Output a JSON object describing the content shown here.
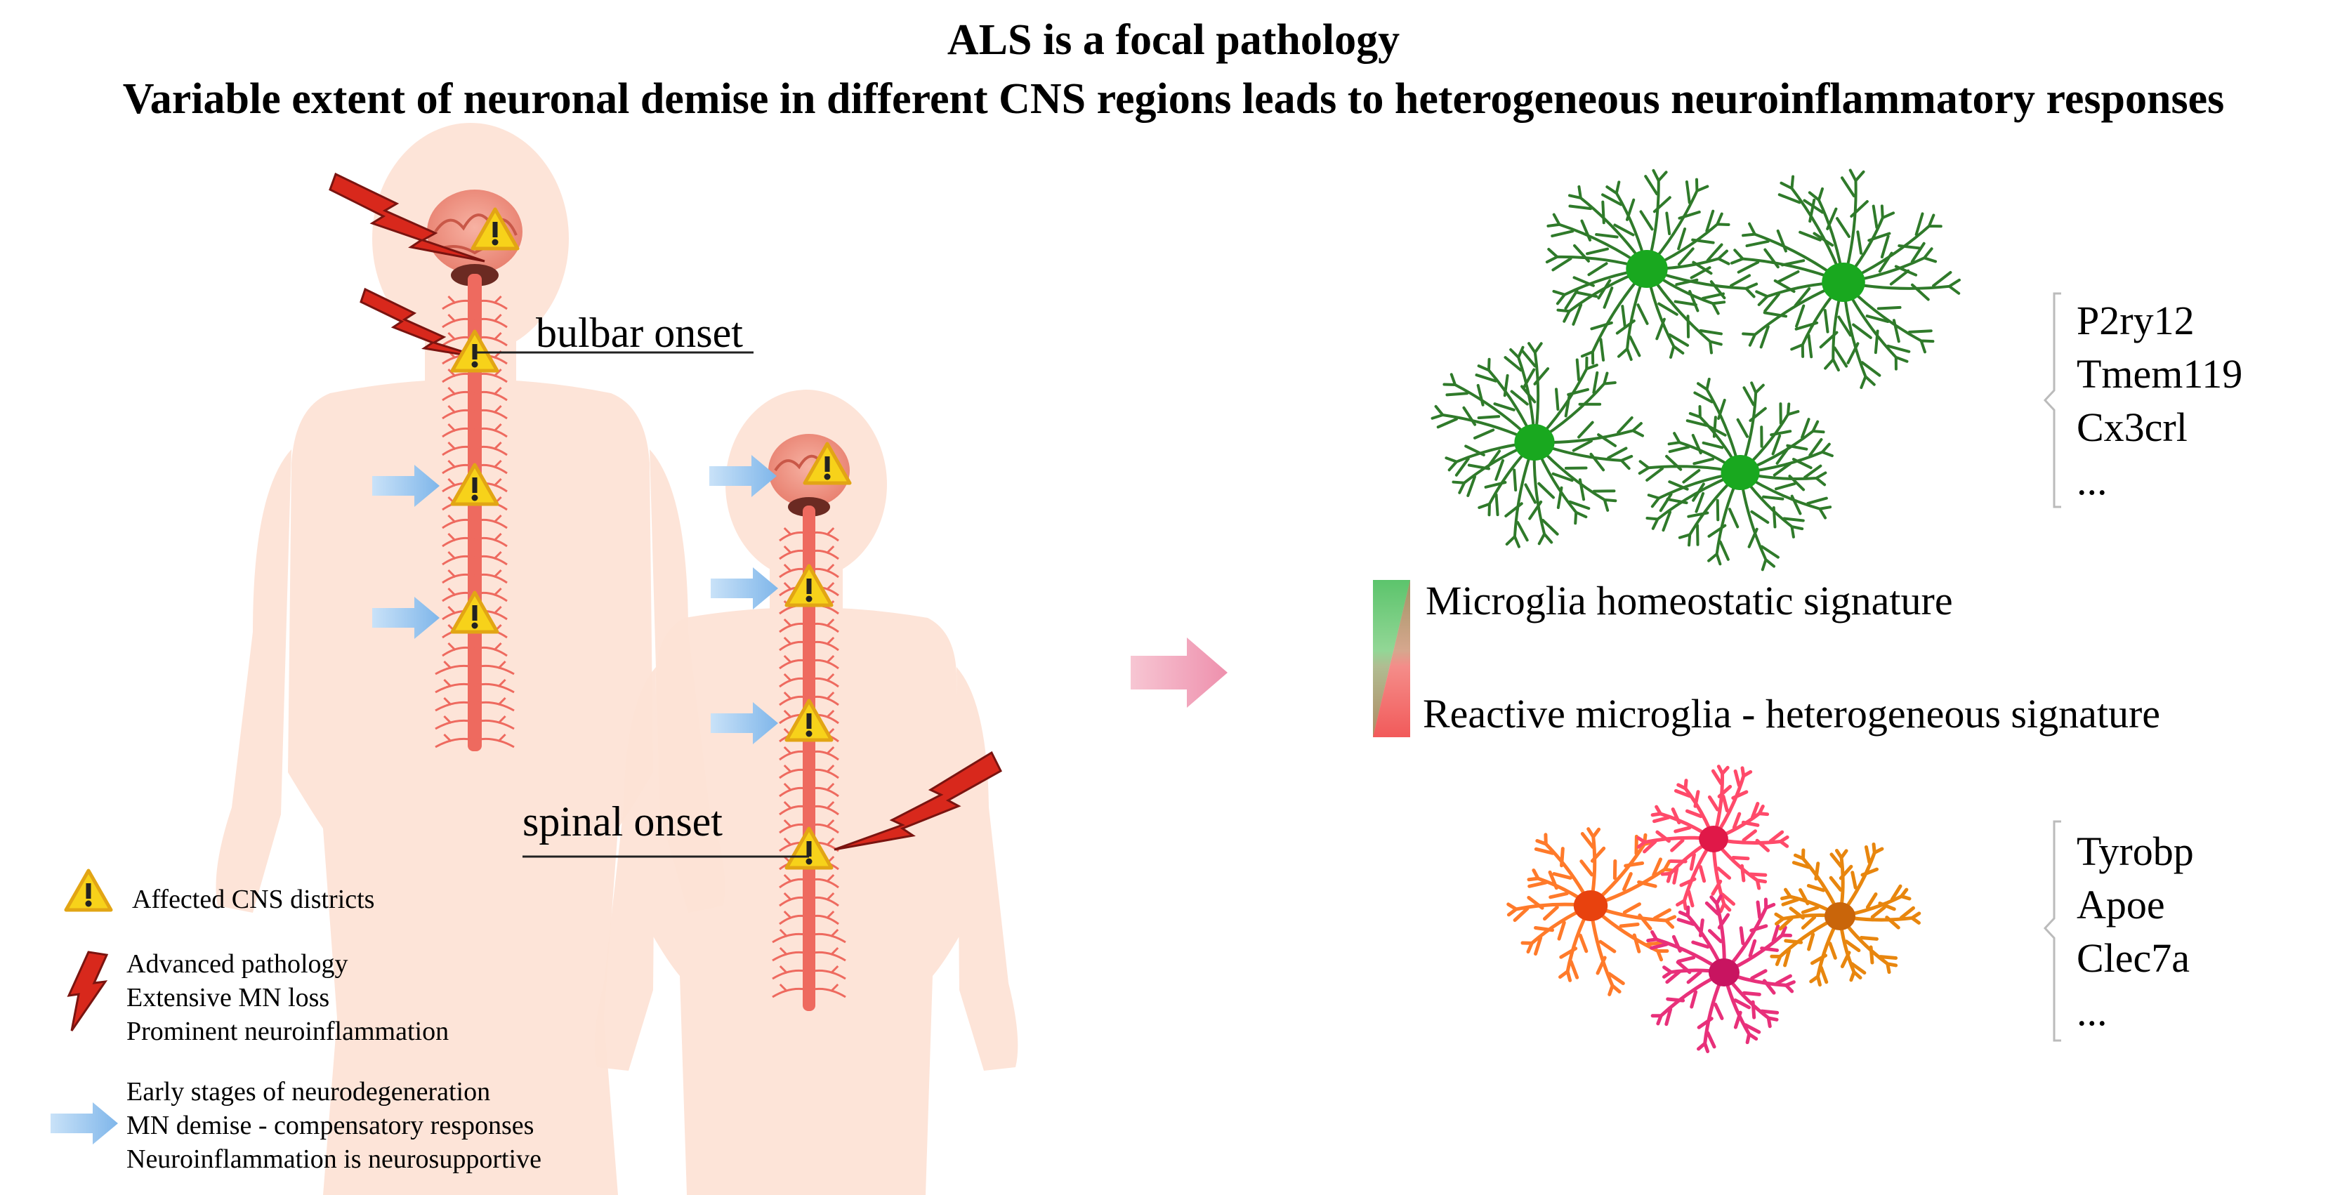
{
  "title": {
    "line1": "ALS is a focal pathology",
    "line2": "Variable extent of neuronal demise in different CNS regions leads to heterogeneous neuroinflammatory responses"
  },
  "onsets": {
    "bulbar": "bulbar onset",
    "spinal": "spinal onset"
  },
  "legend": {
    "affected": "Affected CNS districts",
    "advanced": [
      "Advanced pathology",
      "Extensive MN loss",
      "Prominent neuroinflammation"
    ],
    "early": [
      "Early stages of neurodegeneration",
      "MN demise - compensatory responses",
      "Neuroinflammation is neurosupportive"
    ]
  },
  "gradient": {
    "top_label": "Microglia homeostatic signature",
    "bottom_label": "Reactive microglia - heterogeneous signature",
    "colors": {
      "green": "#5cc46c",
      "red": "#f25a5a"
    }
  },
  "homeostatic_genes": [
    "P2ry12",
    "Tmem119",
    "Cx3crl",
    "..."
  ],
  "reactive_genes": [
    "Tyrobp",
    "Apoe",
    "Clec7a",
    "..."
  ],
  "colors": {
    "body": "#fde3d6",
    "brain": "#f08a7a",
    "spine": "#ee6a5f",
    "warning": "#f7d21a",
    "lightning": "#d8281c",
    "arrow_blue": "#9cc8ef",
    "arrow_pink": "#f2a0b8",
    "microglia_green": "#2f7a2a",
    "microglia_soma": "#19a81f"
  },
  "icons": [
    "warning-triangle-icon",
    "lightning-bolt-icon",
    "blue-arrow-icon",
    "pink-arrow-icon",
    "microglia-cell-icon"
  ]
}
